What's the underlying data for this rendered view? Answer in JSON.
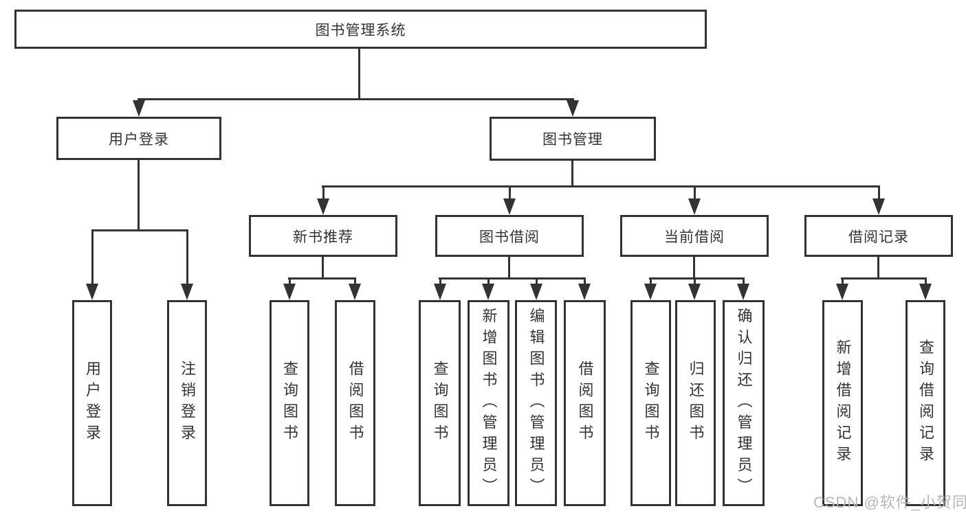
{
  "nodes": {
    "root": {
      "label": "图书管理系统"
    },
    "user_login": {
      "label": "用户登录",
      "children": [
        {
          "label": "用户登录"
        },
        {
          "label": "注销登录"
        }
      ]
    },
    "book_mgmt": {
      "label": "图书管理",
      "groups": [
        {
          "label": "新书推荐",
          "children": [
            {
              "label": "查询图书"
            },
            {
              "label": "借阅图书"
            }
          ]
        },
        {
          "label": "图书借阅",
          "children": [
            {
              "label": "查询图书"
            },
            {
              "label": "新增图书（管理员）"
            },
            {
              "label": "编辑图书（管理员）"
            },
            {
              "label": "借阅图书"
            }
          ]
        },
        {
          "label": "当前借阅",
          "children": [
            {
              "label": "查询图书"
            },
            {
              "label": "归还图书"
            },
            {
              "label": "确认归还（管理员）"
            }
          ]
        },
        {
          "label": "借阅记录",
          "children": [
            {
              "label": "新增借阅记录"
            },
            {
              "label": "查询借阅记录"
            }
          ]
        }
      ]
    }
  },
  "watermark": {
    "text": "CSDN @软件_小贺同学"
  },
  "colors": {
    "line": "#333333",
    "text": "#333333",
    "background": "#ffffff",
    "watermark": "#b5b5b5"
  }
}
